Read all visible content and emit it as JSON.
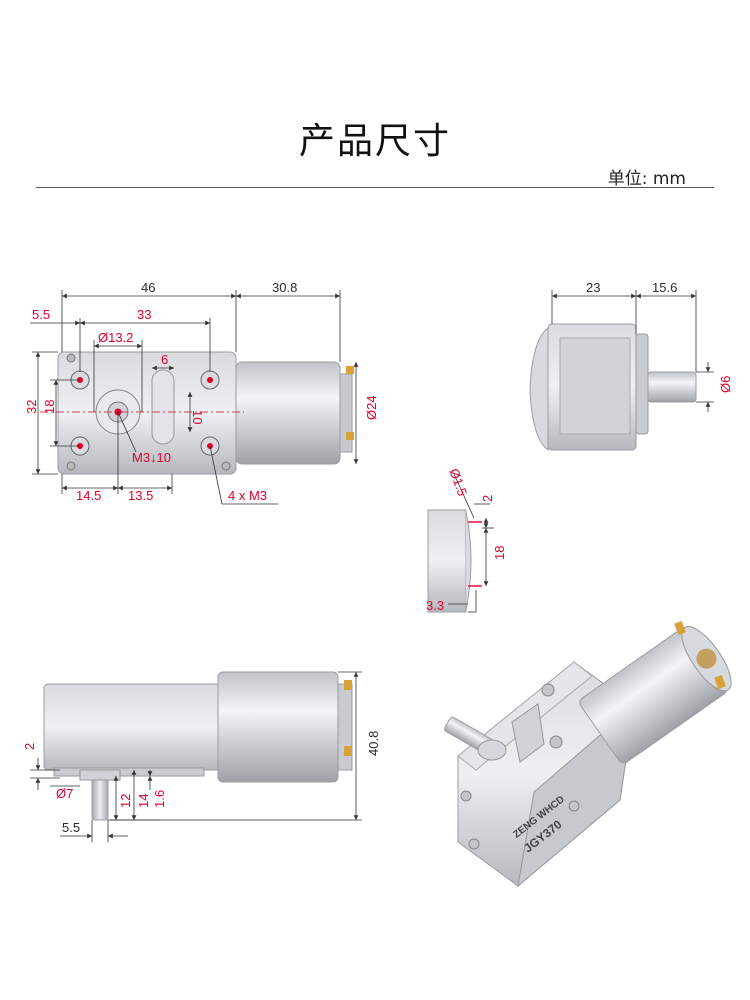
{
  "header": {
    "title": "产品尺寸",
    "unit": "单位: mm"
  },
  "view_front": {
    "d46": "46",
    "d30_8": "30.8",
    "d5_5": "5.5",
    "d33": "33",
    "d13_2": "Ø13.2",
    "d6": "6",
    "d32": "32",
    "d18": "18",
    "d10": "10",
    "d24": "Ø24",
    "dM3": "M3↓10",
    "d14_5": "14.5",
    "d13_5": "13.5",
    "d4xM3": "4 x M3"
  },
  "view_side": {
    "d23": "23",
    "d15_6": "15.6",
    "d6": "Ø6"
  },
  "view_detail": {
    "d1_5": "Ø1.5",
    "d2": "2",
    "d18": "18",
    "d3_3": "3.3"
  },
  "view_bottom": {
    "d2": "2",
    "d7": "Ø7",
    "d12": "12",
    "d14": "14",
    "d1_6": "1.6",
    "d5_5": "5.5",
    "d40_8": "40.8"
  },
  "product": {
    "brand": "ZENG WHCD",
    "model": "JGY370"
  },
  "colors": {
    "dimension_line": "#333333",
    "hole_marker": "#e0002a",
    "housing": "#c9ccd0",
    "motor": "#b8bcc2"
  }
}
